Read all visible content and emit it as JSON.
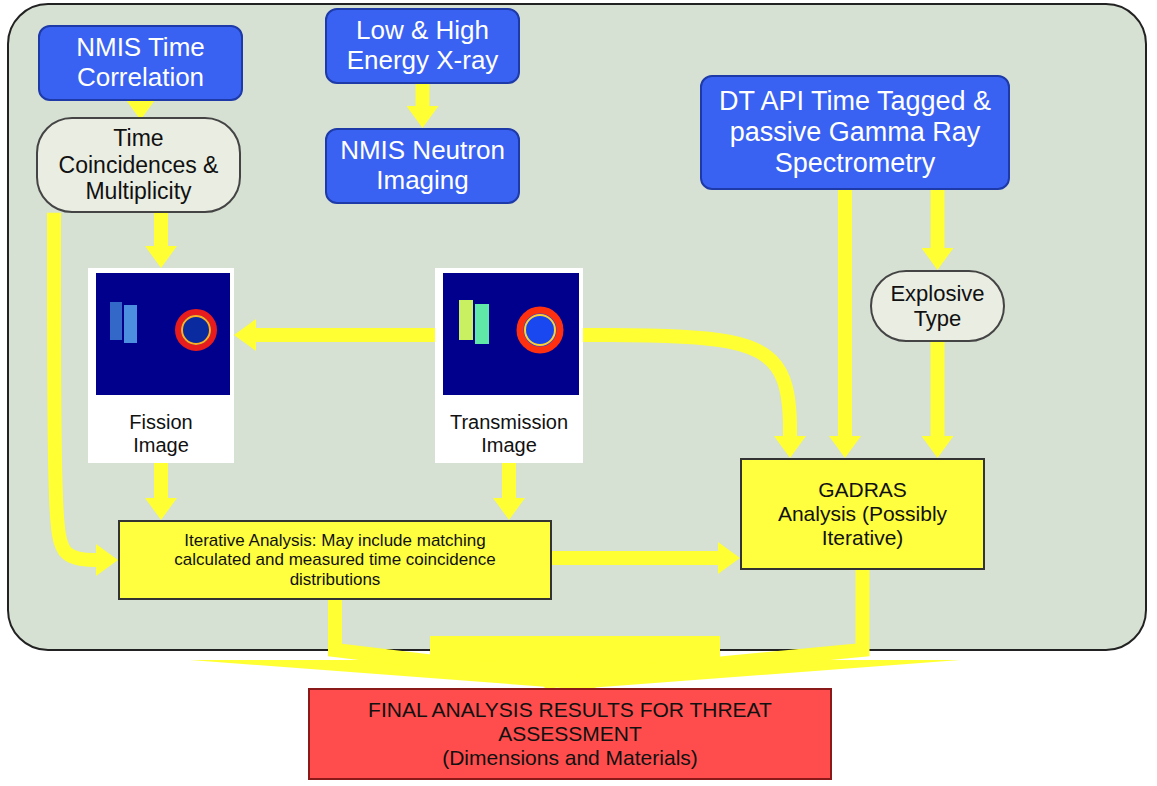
{
  "diagram": {
    "nodes": [
      {
        "text": [
          "NMIS Time Correlation"
        ]
      },
      {
        "text": [
          "Low & High Energy X-ray"
        ]
      },
      {
        "text": [
          "DT API Time Tagged & passive Gamma Ray Spectrometry"
        ]
      },
      {
        "text": [
          "Time Coincidences & Multiplicity"
        ]
      },
      {
        "text": [
          "NMIS Neutron Imaging"
        ]
      },
      {
        "text": [
          "Explosive Type"
        ]
      },
      {
        "text": [
          "Fission Image"
        ]
      },
      {
        "text": [
          "Transmission Image"
        ]
      },
      {
        "text": [
          "GADRAS Analysis (Possibly Iterative)"
        ]
      },
      {
        "text": [
          "Iterative Analysis: May include matching calculated and measured time coincidence distributions"
        ]
      },
      {
        "text": [
          "FINAL ANALYSIS RESULTS FOR THREAT ASSESSMENT",
          "(Dimensions and Materials)"
        ]
      }
    ],
    "edges": [
      {
        "from": 0,
        "to": 3,
        "arrow": "to"
      },
      {
        "from": 1,
        "to": 4,
        "arrow": "to"
      },
      {
        "from": 3,
        "to": 6,
        "arrow": "to"
      },
      {
        "from": 3,
        "to": 9,
        "arrow": "to"
      },
      {
        "from": 7,
        "to": 6,
        "arrow": "to"
      },
      {
        "from": 7,
        "to": 8,
        "arrow": "to"
      },
      {
        "from": 2,
        "to": 8,
        "arrow": "to"
      },
      {
        "from": 2,
        "to": 5,
        "arrow": "to"
      },
      {
        "from": 5,
        "to": 8,
        "arrow": "to"
      },
      {
        "from": 6,
        "to": 9,
        "arrow": "to"
      },
      {
        "from": 7,
        "to": 9,
        "arrow": "to"
      },
      {
        "from": 9,
        "to": 8,
        "arrow": "to"
      },
      {
        "from": 9,
        "to": 10,
        "arrow": "to"
      },
      {
        "from": 8,
        "to": 10,
        "arrow": "to"
      }
    ]
  }
}
